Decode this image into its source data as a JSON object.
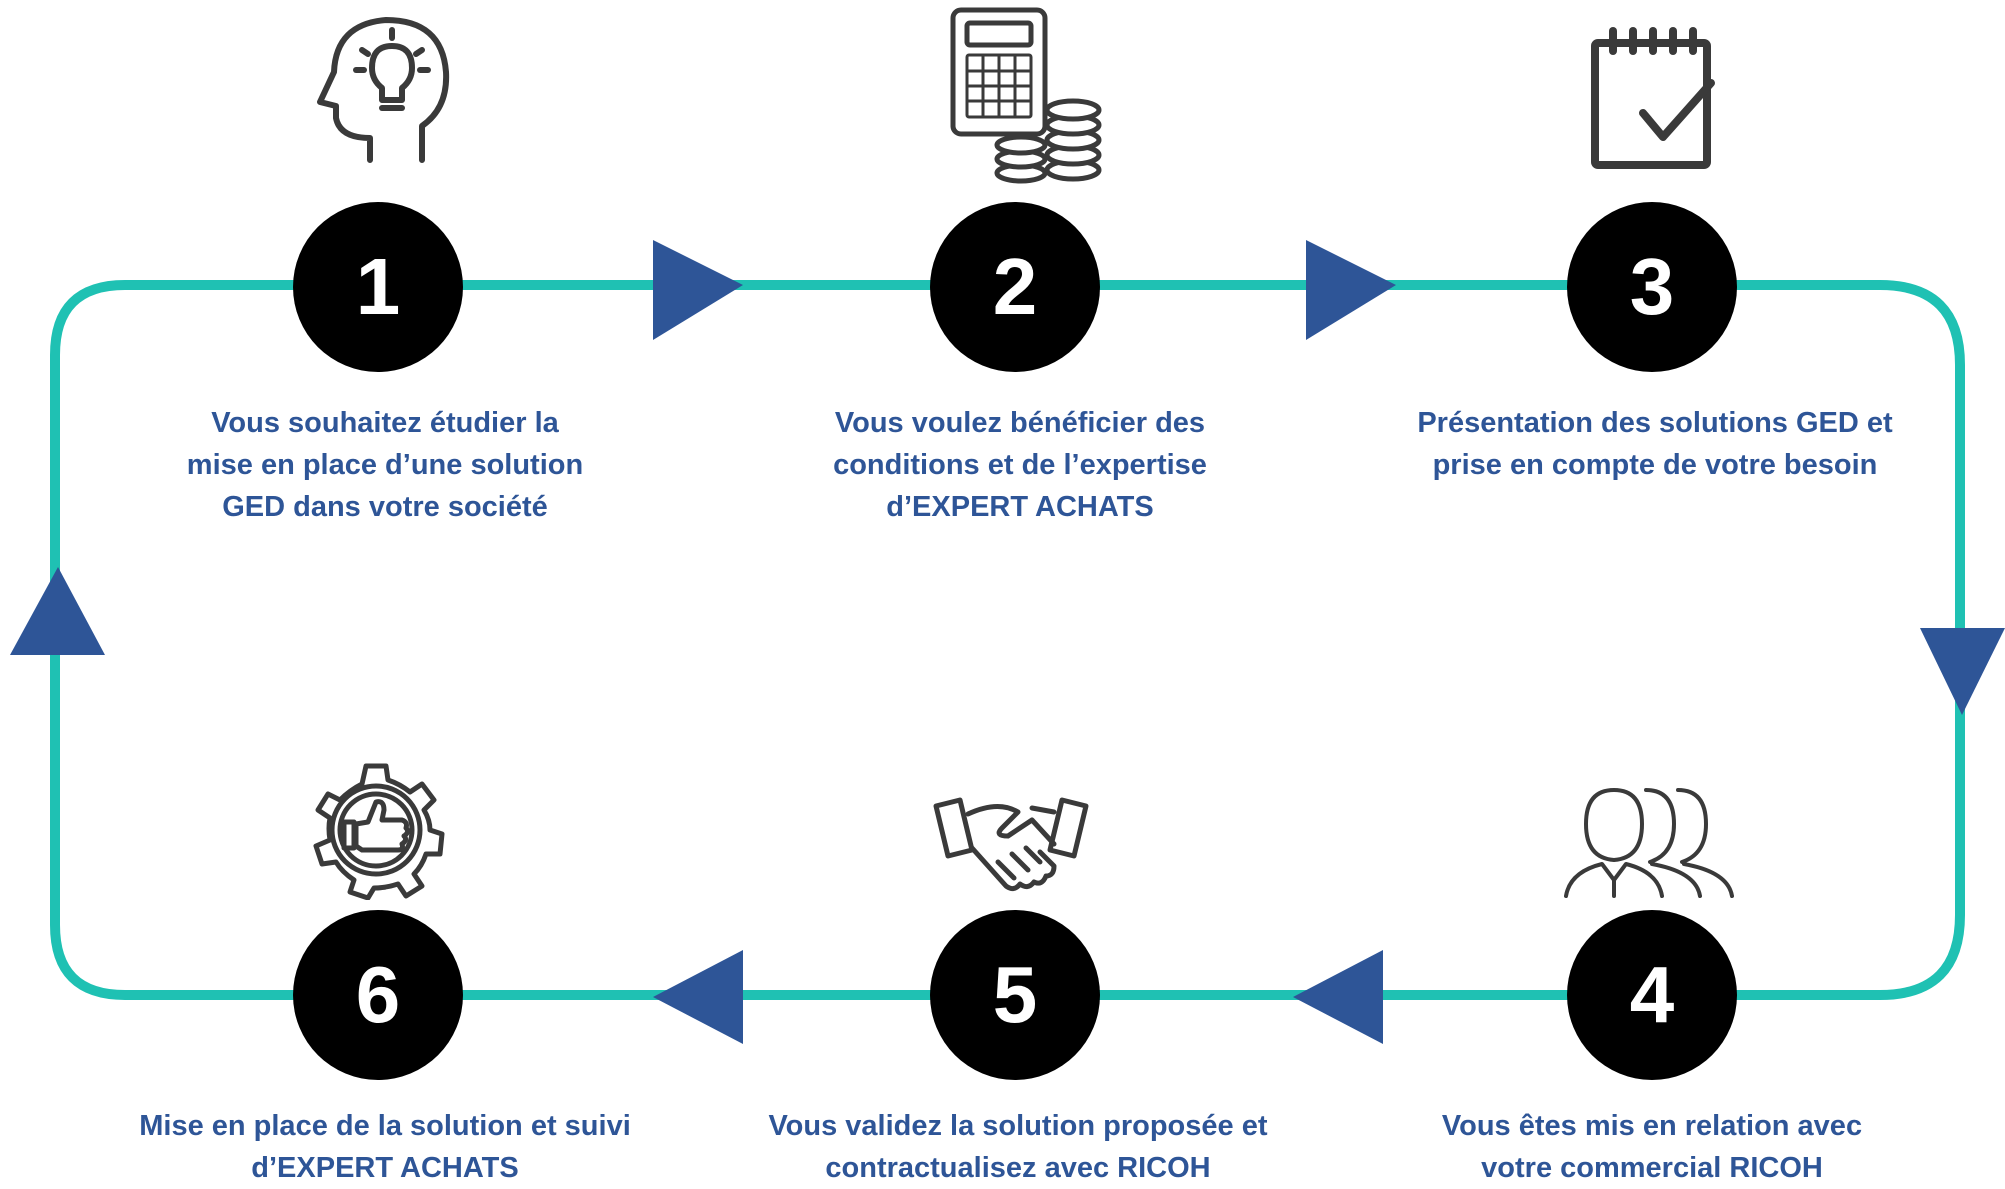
{
  "colors": {
    "loop": "#1fc1b3",
    "arrow": "#2e5597",
    "circle": "#000000",
    "number": "#ffffff",
    "caption": "#2e5597",
    "icon": "#3a3a3a"
  },
  "steps": [
    {
      "number": "1",
      "icon": "head-lightbulb-icon",
      "lines": [
        "Vous souhaitez étudier la",
        "mise en place d’une solution",
        "GED dans votre société"
      ]
    },
    {
      "number": "2",
      "icon": "calculator-coins-icon",
      "lines": [
        "Vous voulez bénéficier des",
        "conditions et de l’expertise",
        "d’EXPERT ACHATS"
      ]
    },
    {
      "number": "3",
      "icon": "checklist-icon",
      "lines": [
        "Présentation des solutions GED et",
        "prise en compte de votre besoin"
      ]
    },
    {
      "number": "4",
      "icon": "people-group-icon",
      "lines": [
        "Vous êtes mis en relation avec",
        "votre commercial RICOH"
      ]
    },
    {
      "number": "5",
      "icon": "handshake-icon",
      "lines": [
        "Vous validez la solution proposée et",
        "contractualisez avec RICOH"
      ]
    },
    {
      "number": "6",
      "icon": "gear-thumbs-up-icon",
      "lines": [
        "Mise en place de la solution et suivi",
        "d’EXPERT ACHATS"
      ]
    }
  ]
}
